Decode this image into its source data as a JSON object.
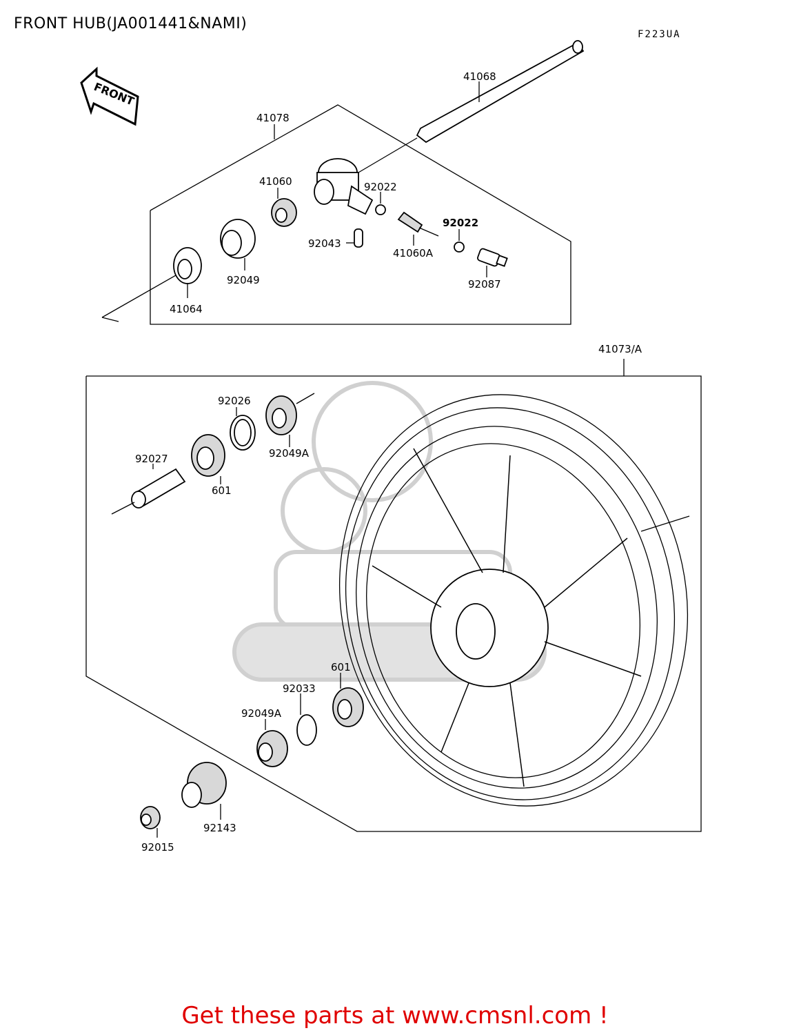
{
  "header": {
    "title": "FRONT HUB(JA001441&NAMI)",
    "diagram_code": "F223UA"
  },
  "arrow_label": "FRONT",
  "parts": {
    "p41068": "41068",
    "p41078": "41078",
    "p41060": "41060",
    "p92022a": "92022",
    "p92022b": "92022",
    "p92043": "92043",
    "p41060a": "41060A",
    "p92049": "92049",
    "p41064": "41064",
    "p92087": "92087",
    "p41073": "41073/A",
    "p92026": "92026",
    "p92049a_top": "92049A",
    "p92027": "92027",
    "p601_top": "601",
    "p601_bot": "601",
    "p92033": "92033",
    "p92049a_bot": "92049A",
    "p92143": "92143",
    "p92015": "92015"
  },
  "footer": {
    "text": "Get these parts at www.cmsnl.com !"
  },
  "colors": {
    "footer_text": "#e00000",
    "line_art": "#000000",
    "watermark": "#d0d0d0"
  }
}
